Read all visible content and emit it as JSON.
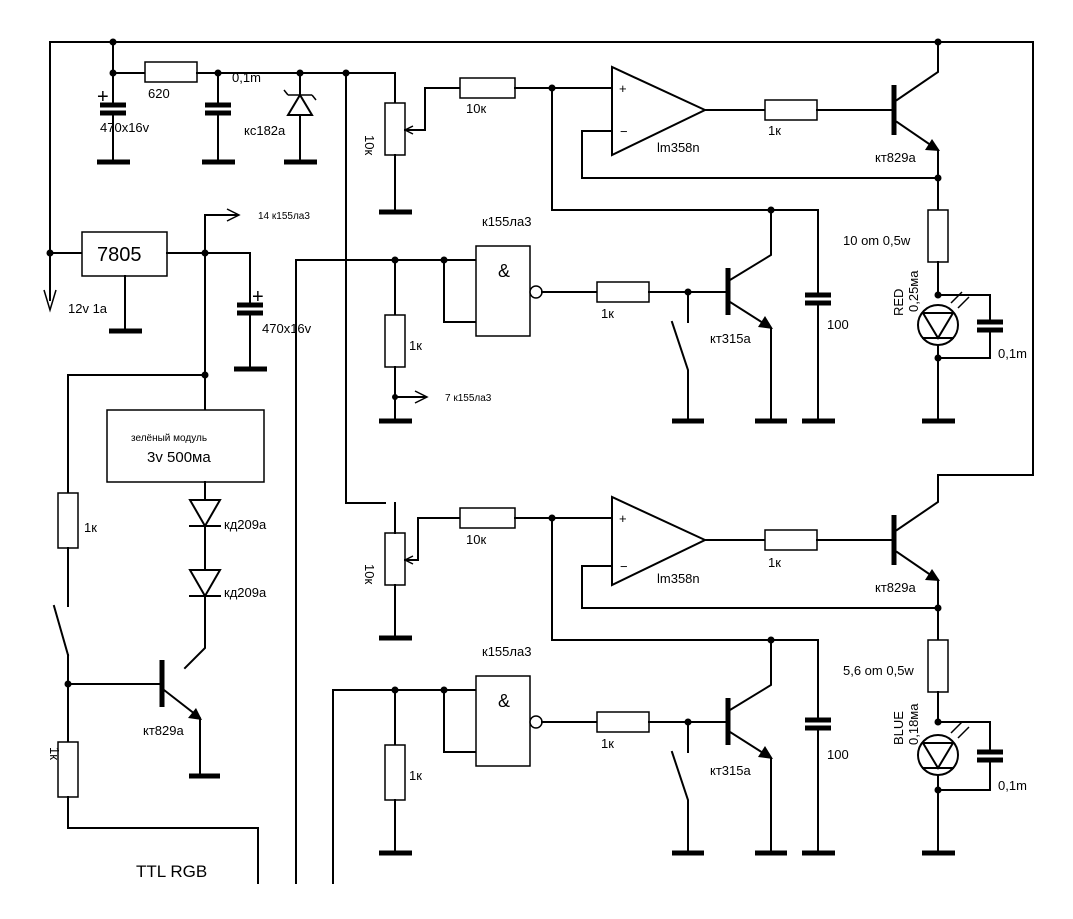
{
  "power": {
    "r_620": "620",
    "c_01m": "0,1m",
    "c_470_top": "470x16v",
    "zener": "кс182а",
    "regulator": "7805",
    "supply": "12v 1a",
    "c_470_mid": "470x16v",
    "pin14": "14 к155ла3",
    "pin7": "7 к155ла3",
    "plus": "+"
  },
  "module": {
    "line1": "зелёный модуль",
    "line2": "3v 500ма",
    "diode1": "кд209а",
    "diode2": "кд209а",
    "r_top": "1к",
    "r_bottom": "1к",
    "transistor": "кт829а",
    "input": "TTL RGB"
  },
  "red_channel": {
    "pot": "10к",
    "r_in": "10к",
    "opamp": "lm358n",
    "opamp_plus": "+",
    "opamp_minus": "−",
    "r_base": "1к",
    "power_transistor": "кт829а",
    "r_sense": "10 om 0,5w",
    "led_name": "RED",
    "led_current": "0,25ма",
    "led_cap": "0,1m",
    "gate": "к155ла3",
    "gate_symbol": "&",
    "r_pulldown": "1к",
    "r_gate_out": "1к",
    "switch_transistor": "кт315а",
    "cap": "100"
  },
  "blue_channel": {
    "pot": "10к",
    "r_in": "10к",
    "opamp": "lm358n",
    "opamp_plus": "+",
    "opamp_minus": "−",
    "r_base": "1к",
    "power_transistor": "кт829а",
    "r_sense": "5,6 om 0,5w",
    "led_name": "BLUE",
    "led_current": "0,18ма",
    "led_cap": "0,1m",
    "gate": "к155ла3",
    "gate_symbol": "&",
    "r_pulldown": "1к",
    "r_gate_out": "1к",
    "switch_transistor": "кт315а",
    "cap": "100"
  }
}
